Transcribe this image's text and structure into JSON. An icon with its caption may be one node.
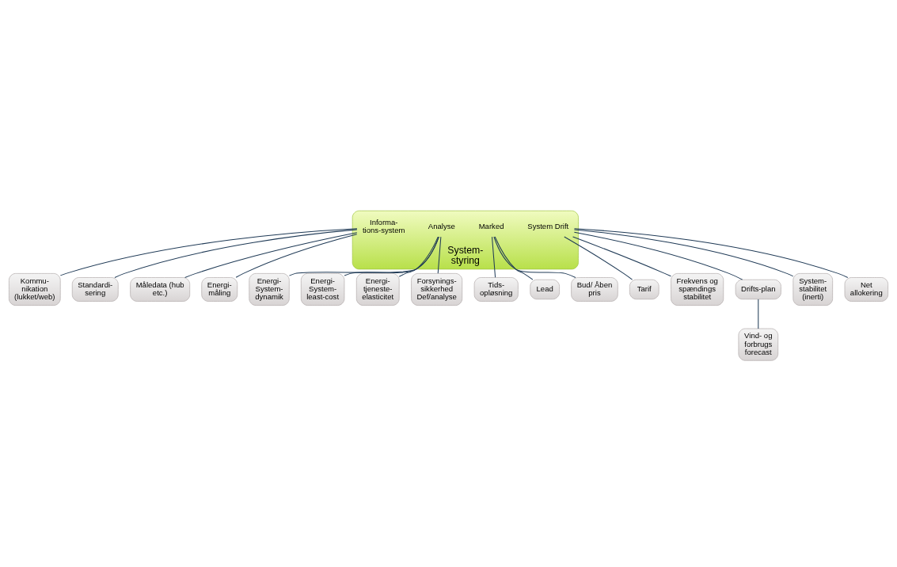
{
  "diagram": {
    "nodes": [
      {
        "text": [
          "System- styring"
        ]
      },
      {
        "text": [
          "Informa- tions-system"
        ],
        "in": 0
      },
      {
        "text": [
          "Analyse"
        ],
        "in": 0
      },
      {
        "text": [
          "Marked"
        ],
        "in": 0
      },
      {
        "text": [
          "System Drift"
        ],
        "in": 0
      },
      {
        "text": [
          "Kommu- nikation (lukket/web)"
        ]
      },
      {
        "text": [
          "Standardi- sering"
        ]
      },
      {
        "text": [
          "Måledata (hub etc.)"
        ]
      },
      {
        "text": [
          "Energi- måling"
        ]
      },
      {
        "text": [
          "Energi- System- dynamik"
        ]
      },
      {
        "text": [
          "Energi- System- least-cost"
        ]
      },
      {
        "text": [
          "Energi- tjeneste- elasticitet"
        ]
      },
      {
        "text": [
          "Forsynings- sikkerhed Def/analyse"
        ]
      },
      {
        "text": [
          "Tids- opløsning"
        ]
      },
      {
        "text": [
          "Tarif"
        ]
      },
      {
        "text": [
          "Lead"
        ]
      },
      {
        "text": [
          "Frekvens og spændings stabilitet"
        ]
      },
      {
        "text": [
          "Drifts-plan"
        ]
      },
      {
        "text": [
          "Vind- og forbrugs forecast"
        ]
      },
      {
        "text": [
          "Bud/ Åben pris"
        ]
      },
      {
        "text": [
          "System- stabilitet (inerti)"
        ]
      },
      {
        "text": [
          "Net allokering"
        ]
      }
    ],
    "edges": [
      {
        "from": 1,
        "to": 5,
        "arrow": "none"
      },
      {
        "from": 1,
        "to": 7,
        "arrow": "none"
      },
      {
        "from": 1,
        "to": 6,
        "arrow": "none"
      },
      {
        "from": 1,
        "to": 8,
        "arrow": "none"
      },
      {
        "from": 2,
        "to": 10,
        "arrow": "none"
      },
      {
        "from": 2,
        "to": 9,
        "arrow": "none"
      },
      {
        "from": 2,
        "to": 11,
        "arrow": "none"
      },
      {
        "from": 2,
        "to": 12,
        "arrow": "none"
      },
      {
        "from": 3,
        "to": 19,
        "arrow": "none"
      },
      {
        "from": 3,
        "to": 13,
        "arrow": "none"
      },
      {
        "from": 3,
        "to": 15,
        "arrow": "none"
      },
      {
        "from": 4,
        "to": 14,
        "arrow": "none"
      },
      {
        "from": 4,
        "to": 16,
        "arrow": "none"
      },
      {
        "from": 4,
        "to": 17,
        "arrow": "none"
      },
      {
        "from": 4,
        "to": 20,
        "arrow": "none"
      },
      {
        "from": 4,
        "to": 21,
        "arrow": "none"
      },
      {
        "from": 17,
        "to": 18,
        "arrow": "none"
      }
    ]
  }
}
